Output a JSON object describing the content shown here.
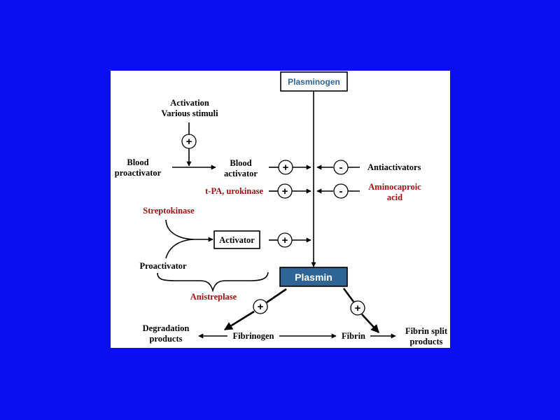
{
  "diagram": {
    "plasminogen": "Plasminogen",
    "plasmin": "Plasmin",
    "activation_line1": "Activation",
    "activation_line2": "Various stimuli",
    "blood_proactivator_line1": "Blood",
    "blood_proactivator_line2": "proactivator",
    "blood_activator_line1": "Blood",
    "blood_activator_line2": "activator",
    "antiactivators": "Antiactivators",
    "tpa": "t-PA, urokinase",
    "aminocaproic_line1": "Aminocaproic",
    "aminocaproic_line2": "acid",
    "streptokinase": "Streptokinase",
    "activator": "Activator",
    "proactivator": "Proactivator",
    "anistreplase": "Anistreplase",
    "degradation_line1": "Degradation",
    "degradation_line2": "products",
    "fibrinogen": "Fibrinogen",
    "fibrin": "Fibrin",
    "fibrin_split_line1": "Fibrin split",
    "fibrin_split_line2": "products",
    "plus": "+",
    "minus": "-"
  },
  "colors": {
    "background": "#0a0ef0",
    "panel": "#ffffff",
    "plasmin_box": "#2e6496",
    "plasminogen_text": "#2e6496",
    "highlight_text": "#a01010"
  }
}
